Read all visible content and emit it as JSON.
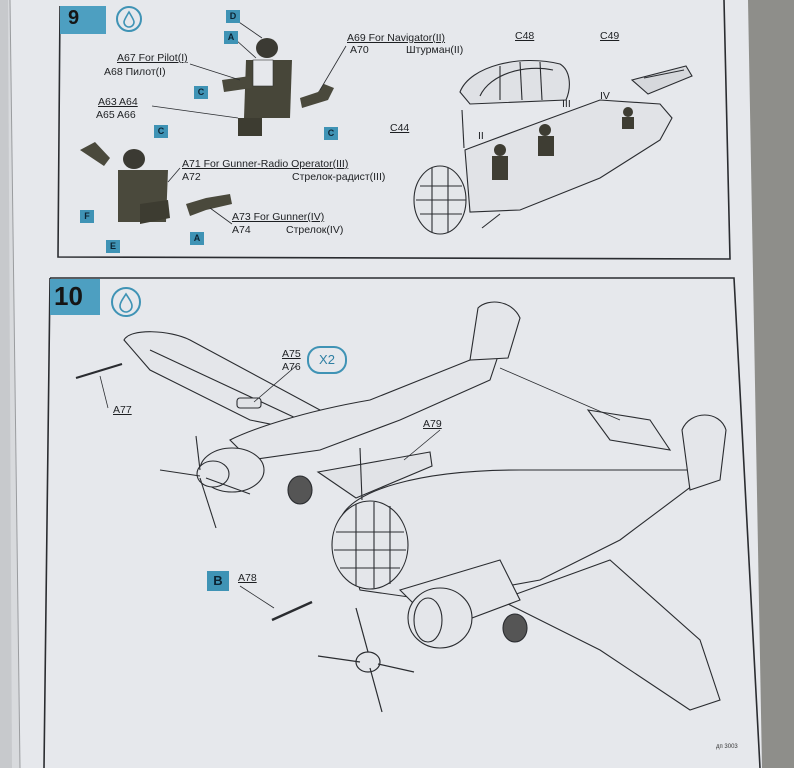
{
  "step9": {
    "number": "9",
    "pilot_en": "A67 For Pilot(I)",
    "pilot_ru": "A68   Пилот(I)",
    "seat_line1": "A63 A64",
    "seat_line2": "A65 A66",
    "navigator_en": "A69  For Navigator(II)",
    "navigator_code": "A70",
    "navigator_ru": "Штурман(II)",
    "gunner_radio_en": "A71  For Gunner-Radio Operator(III)",
    "gunner_radio_code": "A72",
    "gunner_radio_ru": "Стрелок-радист(III)",
    "gunner_en": "A73  For Gunner(IV)",
    "gunner_code": "A74",
    "gunner_ru": "Стрелок(IV)",
    "c48": "C48",
    "c49": "C49",
    "c44": "C44",
    "roman_2": "II",
    "roman_3": "III",
    "roman_4": "IV",
    "tags": [
      "D",
      "A",
      "C",
      "C",
      "C",
      "F",
      "E",
      "A"
    ]
  },
  "step10": {
    "number": "10",
    "a75": "A75",
    "a76": "A76",
    "x2": "X2",
    "a77": "A77",
    "a79": "A79",
    "a78": "A78",
    "tag_b": "B"
  },
  "footer": "дп 3003",
  "colors": {
    "paper": "#e9ebef",
    "accent_blue": "#3f93b5",
    "ink": "#1d1f22"
  }
}
